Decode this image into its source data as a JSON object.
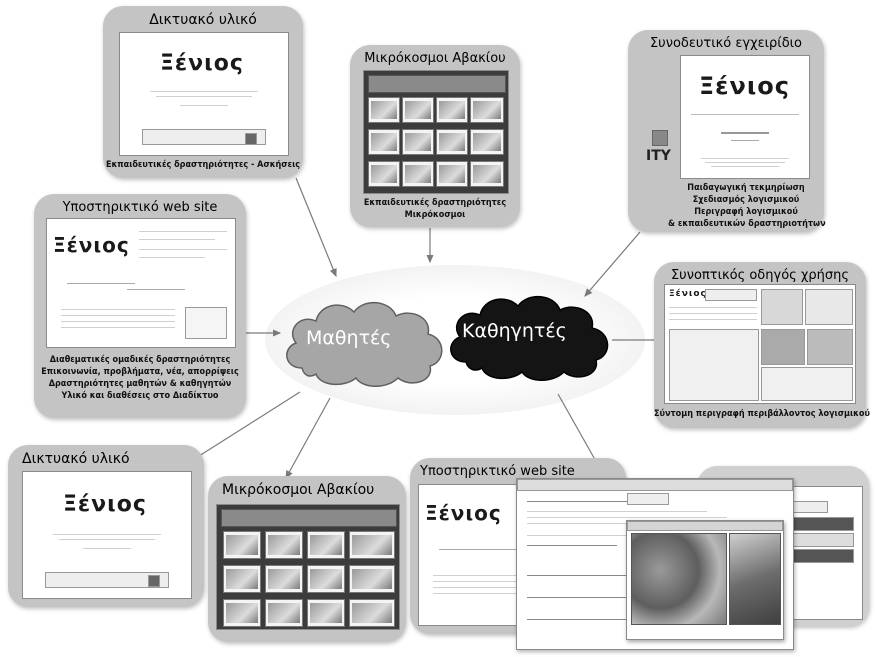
{
  "center": {
    "students_label": "Μαθητές",
    "teachers_label": "Καθηγητές"
  },
  "panels": {
    "network_top": {
      "title": "Δικτυακό υλικό",
      "logo": "Ξένιος",
      "caption": [
        "Εκπαιδευτικές δραστηριότητες - Ασκήσεις"
      ]
    },
    "microworlds_top": {
      "title": "Μικρόκοσμοι Αβακίου",
      "caption": [
        "Εκπαιδευτικές δραστηριότητες",
        "Μικρόκοσμοι"
      ]
    },
    "manual": {
      "title": "Συνοδευτικό εγχειρίδιο",
      "logo": "Ξένιος",
      "side_mark": "ITY",
      "caption": [
        "Παιδαγωγική τεκμηρίωση",
        "Σχεδιασμός λογισμικού",
        "Περιγραφή λογισμικού",
        "& εκπαιδευτικών δραστηριοτήτων"
      ]
    },
    "support_site_left": {
      "title": "Υποστηρικτικό web site",
      "logo": "Ξένιος",
      "caption": [
        "Διαθεματικές ομαδικές δραστηριότητες",
        "Επικοινωνία, προβλήματα, νέα, απορρίψεις",
        "Δραστηριότητες μαθητών & καθηγητών",
        "Υλικό και διαθέσεις στο Διαδίκτυο"
      ]
    },
    "quick_guide": {
      "title": "Συνοπτικός οδηγός χρήσης",
      "caption": [
        "Σύντομη περιγραφή περιβάλλοντος λογισμικού"
      ]
    },
    "network_bottom": {
      "title": "Δικτυακό υλικό",
      "logo": "Ξένιος"
    },
    "microworlds_bottom": {
      "title": "Μικρόκοσμοι Αβακίου"
    },
    "support_site_bottom": {
      "title": "Υποστηρικτικό web site",
      "logo": "Ξένιος"
    }
  },
  "colors": {
    "panel": "#c4c4c4",
    "students_cloud": "#a6a6a6",
    "teachers_cloud": "#141414",
    "arrow": "#7a7a7a"
  }
}
